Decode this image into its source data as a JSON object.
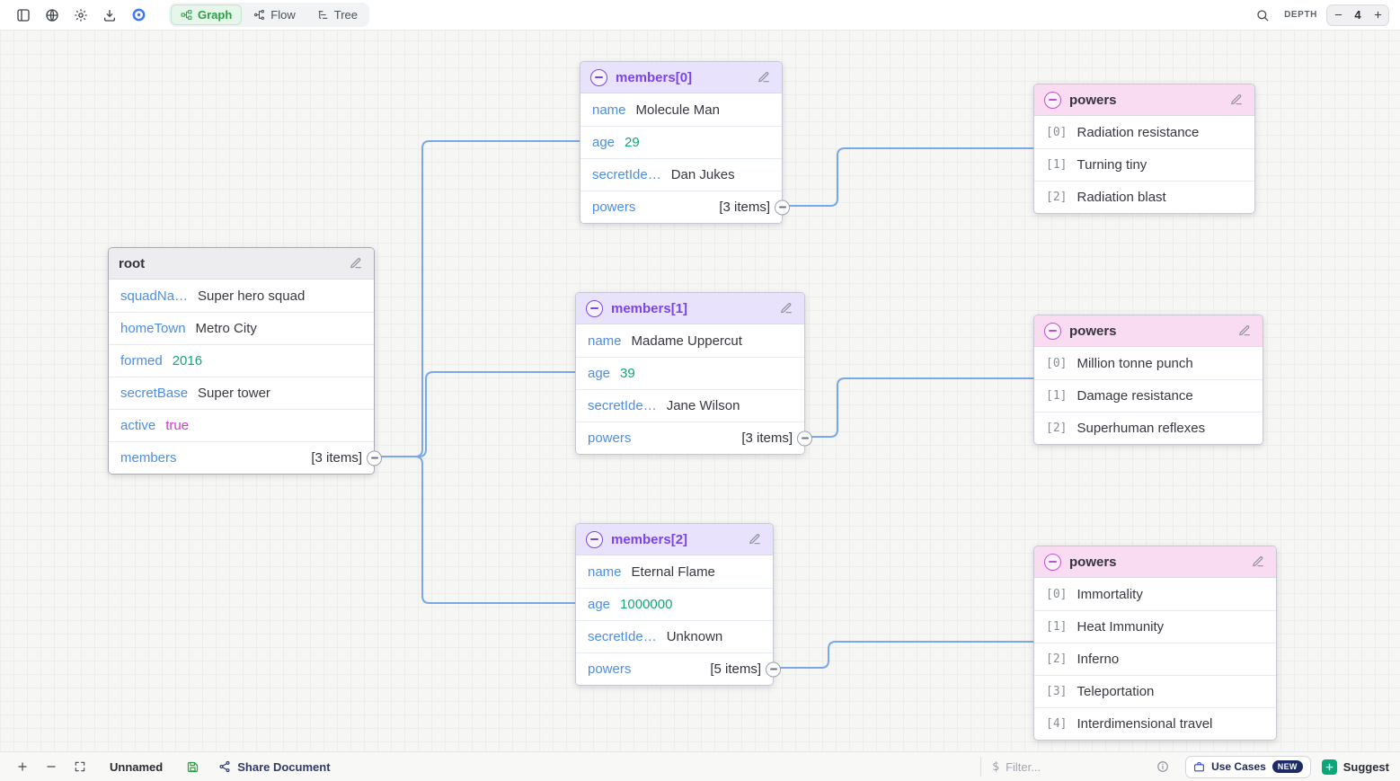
{
  "toolbar": {
    "tabs": {
      "graph": "Graph",
      "flow": "Flow",
      "tree": "Tree"
    },
    "depth": {
      "label": "DEPTH",
      "value": "4"
    }
  },
  "nodes": {
    "root": {
      "title": "root",
      "rows": [
        {
          "key": "squadNa…",
          "value": "Super hero squad"
        },
        {
          "key": "homeTown",
          "value": "Metro City"
        },
        {
          "key": "formed",
          "value": "2016"
        },
        {
          "key": "secretBase",
          "value": "Super tower"
        },
        {
          "key": "active",
          "value": "true"
        },
        {
          "key": "members",
          "value": "[3 items]"
        }
      ]
    },
    "member0": {
      "title": "members[0]",
      "rows": [
        {
          "key": "name",
          "value": "Molecule Man"
        },
        {
          "key": "age",
          "value": "29"
        },
        {
          "key": "secretIde…",
          "value": "Dan Jukes"
        },
        {
          "key": "powers",
          "value": "[3 items]"
        }
      ]
    },
    "member1": {
      "title": "members[1]",
      "rows": [
        {
          "key": "name",
          "value": "Madame Uppercut"
        },
        {
          "key": "age",
          "value": "39"
        },
        {
          "key": "secretIde…",
          "value": "Jane Wilson"
        },
        {
          "key": "powers",
          "value": "[3 items]"
        }
      ]
    },
    "member2": {
      "title": "members[2]",
      "rows": [
        {
          "key": "name",
          "value": "Eternal Flame"
        },
        {
          "key": "age",
          "value": "1000000"
        },
        {
          "key": "secretIde…",
          "value": "Unknown"
        },
        {
          "key": "powers",
          "value": "[5 items]"
        }
      ]
    },
    "powers0": {
      "title": "powers",
      "rows": [
        {
          "key": "[0]",
          "value": "Radiation resistance"
        },
        {
          "key": "[1]",
          "value": "Turning tiny"
        },
        {
          "key": "[2]",
          "value": "Radiation blast"
        }
      ]
    },
    "powers1": {
      "title": "powers",
      "rows": [
        {
          "key": "[0]",
          "value": "Million tonne punch"
        },
        {
          "key": "[1]",
          "value": "Damage resistance"
        },
        {
          "key": "[2]",
          "value": "Superhuman reflexes"
        }
      ]
    },
    "powers2": {
      "title": "powers",
      "rows": [
        {
          "key": "[0]",
          "value": "Immortality"
        },
        {
          "key": "[1]",
          "value": "Heat Immunity"
        },
        {
          "key": "[2]",
          "value": "Inferno"
        },
        {
          "key": "[3]",
          "value": "Teleportation"
        },
        {
          "key": "[4]",
          "value": "Interdimensional travel"
        }
      ]
    }
  },
  "statusbar": {
    "document_name": "Unnamed",
    "share_label": "Share Document",
    "filter_prefix": "$",
    "filter_placeholder": "Filter...",
    "use_cases_label": "Use Cases",
    "new_badge": "NEW",
    "suggest_label": "Suggest"
  },
  "colors": {
    "accent_green": "#2f9e44",
    "key_blue": "#4e8ee0",
    "number_green": "#12a672",
    "boolean_magenta": "#cc3ecc",
    "member_header_purple": "#e9e2fc",
    "powers_header_pink": "#fadcf2",
    "root_header_gray": "#ededef",
    "edge_blue": "#79a7ea"
  }
}
